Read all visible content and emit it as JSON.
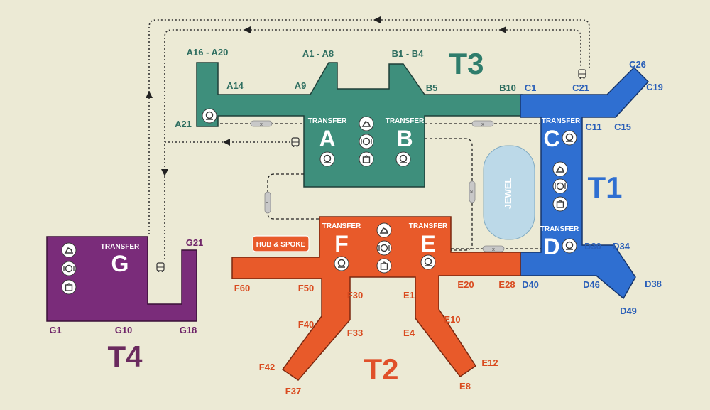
{
  "colors": {
    "t1": "#2f6fd1",
    "t2": "#e85a2a",
    "t3": "#3e8f7c",
    "t4": "#7a2c7a",
    "jewel": "#bcd9e8",
    "background": "#e8e6cf"
  },
  "terminals": {
    "t1": "T1",
    "t2": "T2",
    "t3": "T3",
    "t4": "T4"
  },
  "jewel": "JEWEL",
  "hub_spoke": "HUB & SPOKE",
  "transfer": {
    "a": "TRANSFER",
    "b": "TRANSFER",
    "c": "TRANSFER",
    "d": "TRANSFER",
    "e": "TRANSFER",
    "f": "TRANSFER",
    "g": "TRANSFER"
  },
  "zones": {
    "a": "A",
    "b": "B",
    "c": "C",
    "d": "D",
    "e": "E",
    "f": "F",
    "g": "G"
  },
  "gates": {
    "t3": {
      "a16_a20": "A16 - A20",
      "a1_a8": "A1 - A8",
      "b1_b4": "B1 - B4",
      "a14": "A14",
      "a9": "A9",
      "b5": "B5",
      "b10": "B10",
      "a21": "A21"
    },
    "t1": {
      "c1": "C1",
      "c21": "C21",
      "c26": "C26",
      "c19": "C19",
      "c11": "C11",
      "c15": "C15",
      "d30": "D30",
      "d34": "D34",
      "d40": "D40",
      "d46": "D46",
      "d38": "D38",
      "d49": "D49"
    },
    "t2": {
      "f60": "F60",
      "f50": "F50",
      "f30": "F30",
      "e1": "E1",
      "e20": "E20",
      "e28": "E28",
      "f40": "F40",
      "f33": "F33",
      "e4": "E4",
      "e10": "E10",
      "f42": "F42",
      "f37": "F37",
      "e12": "E12",
      "e8": "E8"
    },
    "t4": {
      "g21": "G21",
      "g1": "G1",
      "g10": "G10",
      "g18": "G18"
    }
  },
  "icons": {
    "massage": "massage-chair-icon",
    "dining": "dining-icon",
    "shopping": "shopping-bag-icon",
    "service": "service-counter-icon",
    "bus": "bus-icon",
    "skytrain": "skytrain-icon"
  }
}
